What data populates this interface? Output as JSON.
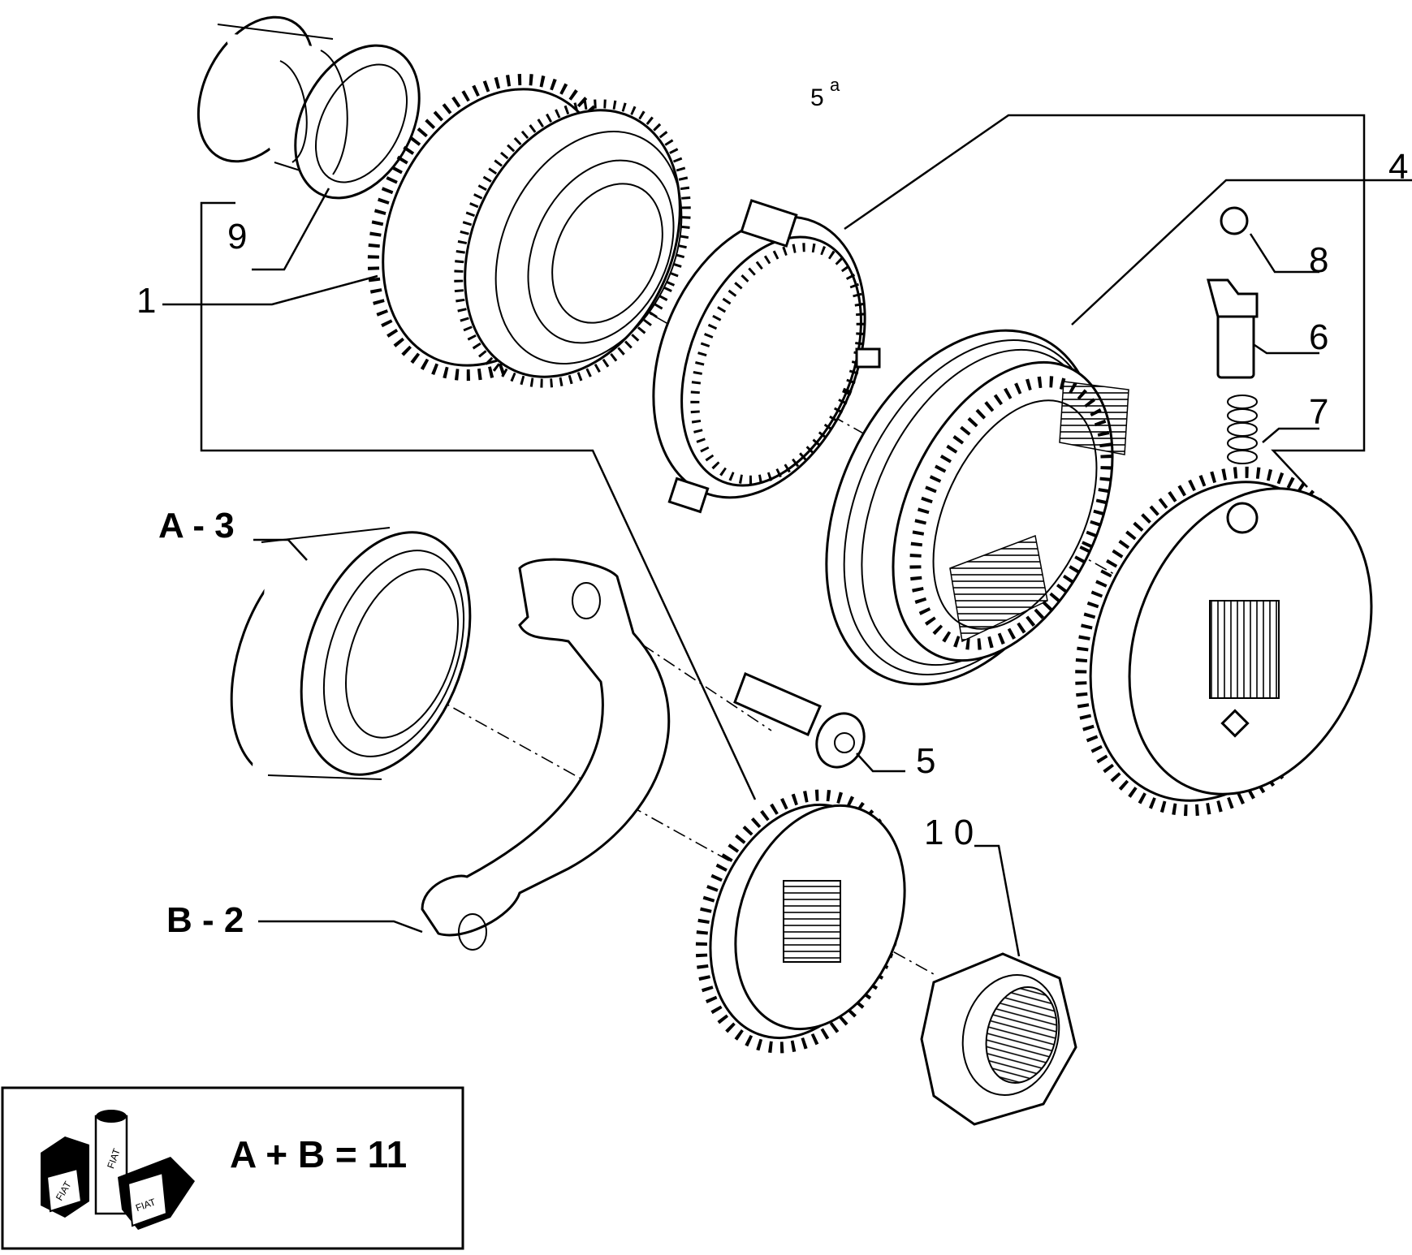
{
  "diagram": {
    "title_main": "5",
    "title_sup": "a",
    "callouts": {
      "part_1": "1",
      "part_2": "B - 2",
      "part_3": "A - 3",
      "part_4": "4",
      "part_5": "5",
      "part_6": "6",
      "part_7": "7",
      "part_8": "8",
      "part_9": "9",
      "part_10": "1 0"
    },
    "legend": {
      "formula": "A + B = 11",
      "logo_text": "FIAT"
    }
  }
}
